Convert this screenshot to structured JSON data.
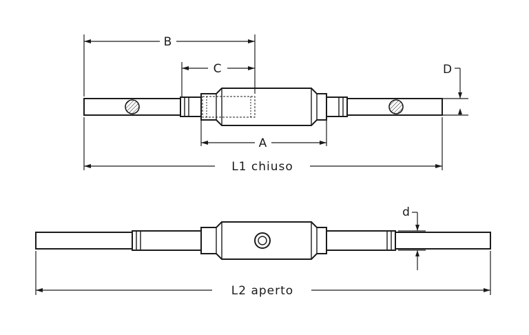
{
  "labels": {
    "B": "B",
    "C": "C",
    "D": "D",
    "A": "A",
    "L1": "L1 chiuso",
    "d": "d",
    "L2": "L2 aperto"
  }
}
